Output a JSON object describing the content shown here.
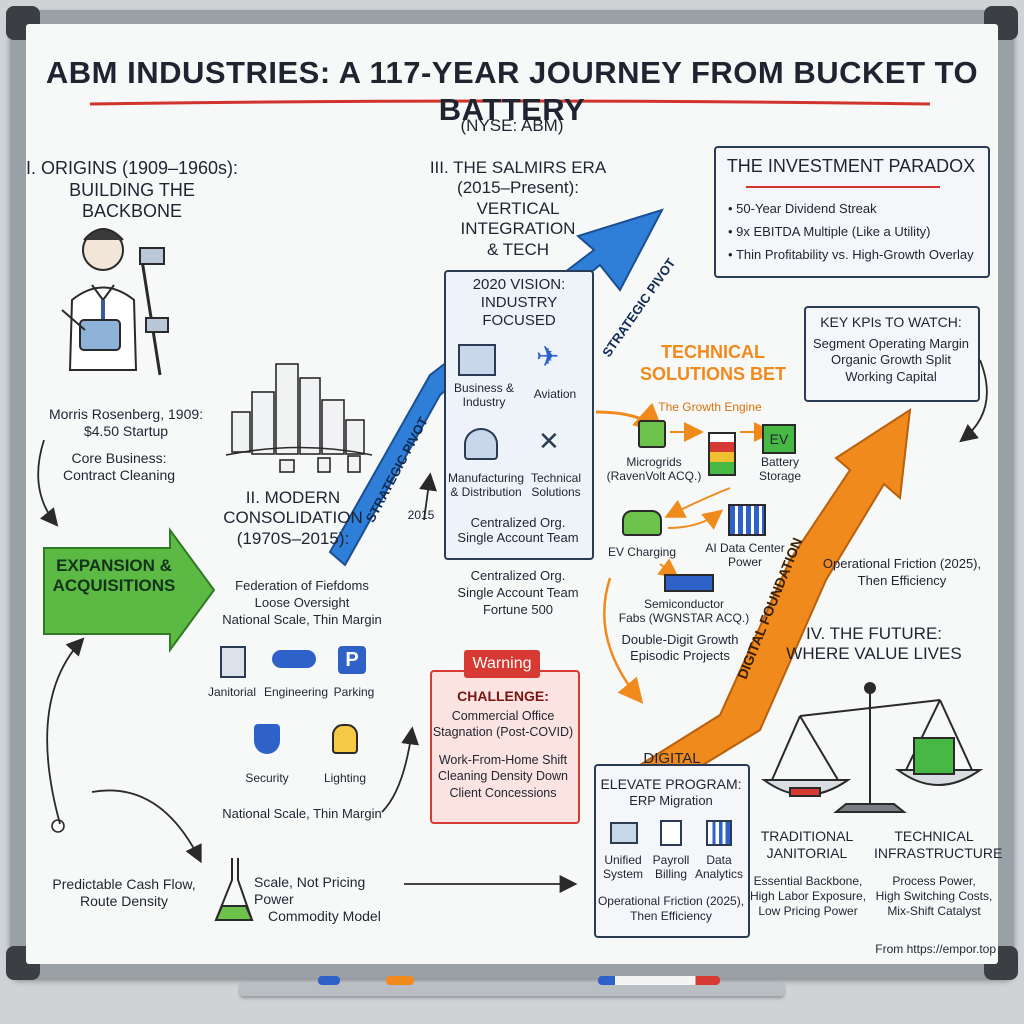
{
  "title": "ABM INDUSTRIES: A 117-YEAR JOURNEY FROM BUCKET TO BATTERY",
  "subtitle": "(NYSE: ABM)",
  "origins": {
    "heading1": "I. ORIGINS (1909–1960s):",
    "heading2": "BUILDING THE BACKBONE",
    "founder_line1": "Morris Rosenberg, 1909:",
    "founder_line2": "$4.50 Startup",
    "core_line1": "Core Business:",
    "core_line2": "Contract Cleaning"
  },
  "expansion": {
    "line1": "EXPANSION &",
    "line2": "ACQUISITIONS"
  },
  "modern": {
    "h1": "II. MODERN",
    "h2": "CONSOLIDATION",
    "h3": "(1970S–2015):",
    "l1": "Federation of Fiefdoms",
    "l2": "Loose Oversight",
    "l3": "National Scale, Thin Margin",
    "services": [
      "Janitorial",
      "Engineering",
      "Parking",
      "Security",
      "Lighting"
    ],
    "footer": "National Scale, Thin Margin"
  },
  "bottom_left": {
    "cash1": "Predictable Cash Flow,",
    "cash2": "Route Density",
    "pricing": "Scale, Not Pricing Power",
    "commodity": "Commodity Model"
  },
  "salmirs": {
    "h1": "III. THE SALMIRS ERA",
    "h2": "(2015–Present):",
    "h3": "VERTICAL INTEGRATION",
    "h4": "& TECH",
    "pivot_label": "STRATEGIC PIVOT",
    "pivot_label2": "STRATEGIC PIVOT",
    "year": "2015"
  },
  "vision": {
    "h1": "2020 VISION:",
    "h2": "INDUSTRY FOCUSED",
    "items": [
      "Business &",
      "Industry",
      "Aviation",
      "Manufacturing",
      "& Distribution",
      "Technical",
      "Solutions"
    ],
    "f1": "Centralized Org.",
    "f2": "Single Account Team"
  },
  "central": {
    "l1": "Centralized Org.",
    "l2": "Single Account Team",
    "l3": "Fortune 500"
  },
  "warning": {
    "badge": "Warning",
    "h": "CHALLENGE:",
    "l1": "Commercial Office",
    "l2": "Stagnation (Post-COVID)",
    "l3": "Work-From-Home Shift",
    "l4": "Cleaning Density Down",
    "l5": "Client Concessions"
  },
  "technical": {
    "h1": "TECHNICAL",
    "h2": "SOLUTIONS BET",
    "sub": "The Growth Engine",
    "microgrids1": "Microgrids",
    "microgrids2": "(RavenVolt ACQ.)",
    "battery1": "Battery",
    "battery2": "Storage",
    "ev_badge": "EV",
    "ev_charging": "EV Charging",
    "ai1": "AI Data Center",
    "ai2": "Power",
    "fabs1": "Semiconductor",
    "fabs2": "Fabs (WGNSTAR ACQ.)",
    "growth1": "Double-Digit Growth",
    "growth2": "Episodic Projects"
  },
  "paradox": {
    "h": "THE INVESTMENT PARADOX",
    "b1": "50-Year Dividend Streak",
    "b2": "9x EBITDA Multiple (Like a Utility)",
    "b3": "Thin Profitability vs. High-Growth Overlay"
  },
  "kpis": {
    "h": "KEY KPIs TO WATCH:",
    "l1": "Segment Operating Margin",
    "l2": "Organic Growth Split",
    "l3": "Working Capital"
  },
  "friction_right": {
    "l1": "Operational Friction (2025),",
    "l2": "Then Efficiency"
  },
  "future": {
    "h1": "IV. THE FUTURE:",
    "h2": "WHERE VALUE LIVES",
    "left_h1": "TRADITIONAL",
    "left_h2": "JANITORIAL",
    "left_l1": "Essential Backbone,",
    "left_l2": "High Labor Exposure,",
    "left_l3": "Low Pricing Power",
    "right_h1": "TECHNICAL",
    "right_h2": "INFRASTRUCTURE",
    "right_l1": "Process Power,",
    "right_l2": "High Switching Costs,",
    "right_l3": "Mix-Shift Catalyst"
  },
  "digital": {
    "arrow_label": "DIGITAL FOUNDATION",
    "h": "DIGITAL",
    "p1": "ELEVATE PROGRAM:",
    "p2": "ERP Migration",
    "i1a": "Unified",
    "i1b": "System",
    "i2a": "Payroll",
    "i2b": "Billing",
    "i3a": "Data",
    "i3b": "Analytics",
    "f1": "Operational Friction (2025),",
    "f2": "Then Efficiency"
  },
  "source": "From https://empor.top",
  "colors": {
    "title_underline": "#d0342c",
    "navy": "#2b3a55",
    "green_arrow": "#5bb944",
    "blue_arrow": "#2f7fd8",
    "orange": "#f08a1c",
    "warning_red": "#d63a33"
  }
}
